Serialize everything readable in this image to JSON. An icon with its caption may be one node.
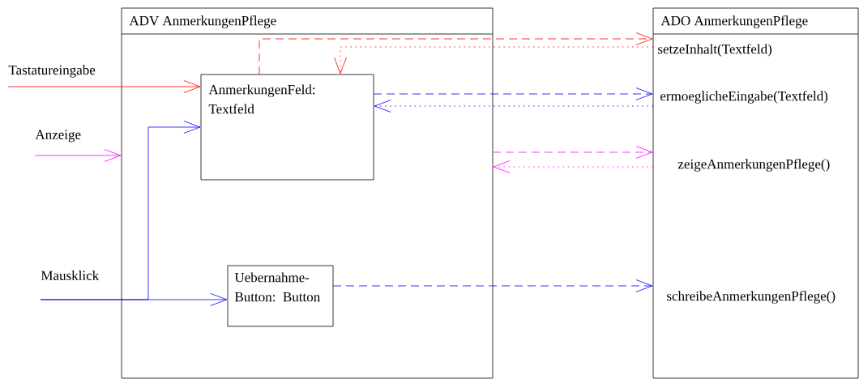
{
  "diagram": {
    "nodes": [
      {
        "text": [
          "ADV AnmerkungenPflege"
        ]
      },
      {
        "text": [
          "AnmerkungenFeld: Textfeld"
        ],
        "in": 0
      },
      {
        "text": [
          "Uebernahme-Button: Button"
        ],
        "in": 0
      },
      {
        "text": [
          "ADO AnmerkungenPflege",
          "setzeInhalt(Textfeld)",
          "ermoeglicheEingabe(Textfeld)",
          "zeigeAnmerkungenPflege()",
          "schreibeAnmerkungenPflege()"
        ]
      }
    ],
    "edges": [
      {
        "from": null,
        "to": 1,
        "arrow": "to",
        "label": "Tastatureingabe",
        "color": "#ff0000"
      },
      {
        "from": null,
        "to": 0,
        "arrow": "to",
        "label": "Anzeige",
        "color": "#ff00ff"
      },
      {
        "from": null,
        "to": 1,
        "arrow": "to",
        "label": "Mausklick",
        "color": "#0000ff"
      },
      {
        "from": null,
        "to": 2,
        "arrow": "to",
        "color": "#0000ff"
      },
      {
        "from": 1,
        "to": 3,
        "arrow": "to",
        "style": "dashed",
        "color": "#ff0000"
      },
      {
        "from": 3,
        "to": 1,
        "arrow": "to",
        "style": "dashed",
        "color": "#ff0000"
      },
      {
        "from": 1,
        "to": 3,
        "arrow": "to",
        "style": "dashed",
        "color": "#0000ff"
      },
      {
        "from": 3,
        "to": 1,
        "arrow": "to",
        "style": "dashed",
        "color": "#0000ff"
      },
      {
        "from": 0,
        "to": 3,
        "arrow": "to",
        "style": "dashed",
        "color": "#ff00ff"
      },
      {
        "from": 3,
        "to": 0,
        "arrow": "to",
        "style": "dashed",
        "color": "#ff00ff"
      },
      {
        "from": 2,
        "to": 3,
        "arrow": "to",
        "style": "dashed",
        "color": "#0000ff"
      }
    ]
  }
}
